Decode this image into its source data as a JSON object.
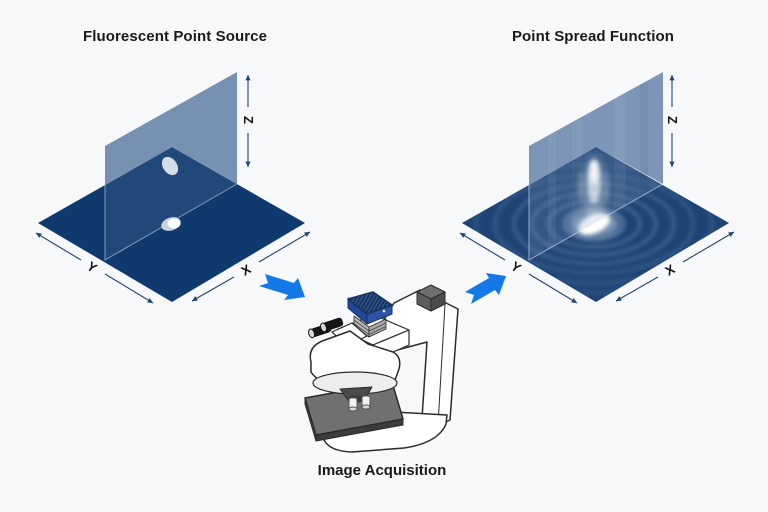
{
  "diagram_left": {
    "title": "Fluorescent Point Source",
    "axis_x": "X",
    "axis_y": "Y",
    "axis_z": "Z"
  },
  "diagram_right": {
    "title": "Point Spread Function",
    "axis_x": "X",
    "axis_y": "Y",
    "axis_z": "Z"
  },
  "microscope": {
    "caption": "Image Acquisition"
  },
  "icons": {
    "flow_arrow_left": "arrow-down-right",
    "flow_arrow_right": "arrow-up-right"
  },
  "colors": {
    "background": "#f7f8fa",
    "xz_plane": "#7791b3",
    "xy_plane_source": "#0e3a6d",
    "xy_plane_psf": "#1d4474",
    "axis_line": "#24466f",
    "flow_arrow": "#1578e8",
    "title_text": "#1a1a1a",
    "camera_blue": "#2d54a6",
    "logo_blue": "#1c5bb8"
  }
}
